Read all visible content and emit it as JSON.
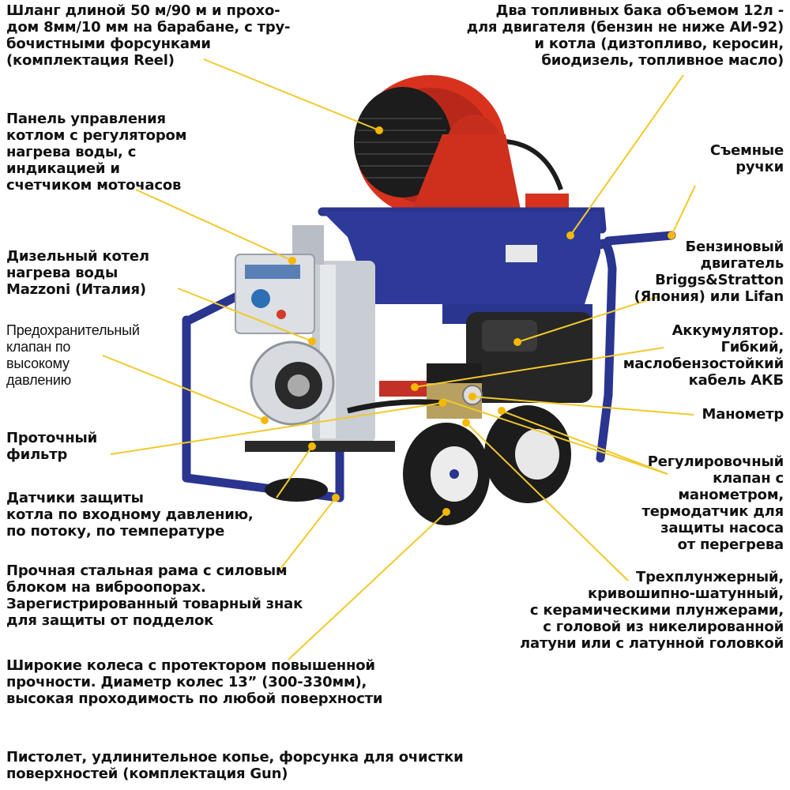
{
  "colors": {
    "frame": "#2a3590",
    "reel": "#d8321f",
    "leader": "#f2c92a",
    "dot": "#f5b800",
    "tire": "#1c1c1c",
    "boiler": "#c9ced4",
    "engine": "#262626"
  },
  "labels": {
    "hose_reel": "Шланг длиной 50 м/90 м и прохо-\nдом 8мм/10 мм на барабане, с тру-\nбочистными форсунками\n(комплектация Reel)",
    "fuel_tanks": "Два топливных бака объемом 12л -\nдля двигателя (бензин не ниже АИ-92)\nи котла (дизтопливо, керосин,\nбиодизель, топливное масло)",
    "control_panel": "Панель управления\nкотлом с регулятором\nнагрева воды, с\nиндикацией и\nсчетчиком моточасов",
    "handles": "Съемные\nручки",
    "boiler": "Дизельный котел\nнагрева воды\nMazzoni (Италия)",
    "engine": "Бензиновый\nдвигатель\nBriggs&Stratton\n(Япония) или Lifan",
    "safety_valve": "Предохранительный\nклапан по\nвысокому\nдавлению",
    "battery": "Аккумулятор.\nГибкий,\nмаслобензостойкий\nкабель АКБ",
    "gauge": "Манометр",
    "filter": "Проточный\nфильтр",
    "regulator": "Регулировочный\nклапан с\nманометром,\nтермодатчик для\nзащиты насоса\nот перегрева",
    "sensors": "Датчики защиты\nкотла по входному давлению,\nпо потоку, по температуре",
    "frame": "Прочная стальная рама с силовым\nблоком на виброопорах.\nЗарегистрированный товарный знак\nдля защиты от подделок",
    "pump": "Трехплунжерный,\nкривошипно-шатунный,\nс керамическими плунжерами,\nс головой из никелированной\nлатуни или с латунной головкой",
    "wheels": "Широкие колеса с протектором повышенной\nпрочности. Диаметр колес 13” (300-330мм),\nвысокая проходимость по любой поверхности",
    "gun": "Пистолет, удлинительное копье, форсунка для очистки\nповерхностей (комплектация Gun)"
  }
}
